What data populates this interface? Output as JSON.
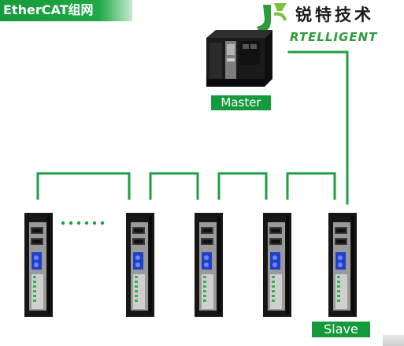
{
  "title": "EtherCAT组网",
  "logo": {
    "text_cn": "锐特技术",
    "text_en": "RTELLIGENT"
  },
  "labels": {
    "master": "Master",
    "slave": "Slave"
  },
  "nodes": {
    "slave_count_drawn": 5,
    "ellipsis_dots": 6
  },
  "colors": {
    "accent": "#159a3b",
    "wire": "#1f9e45",
    "drive_body": "#161616",
    "panel": "#9a9a9a"
  }
}
